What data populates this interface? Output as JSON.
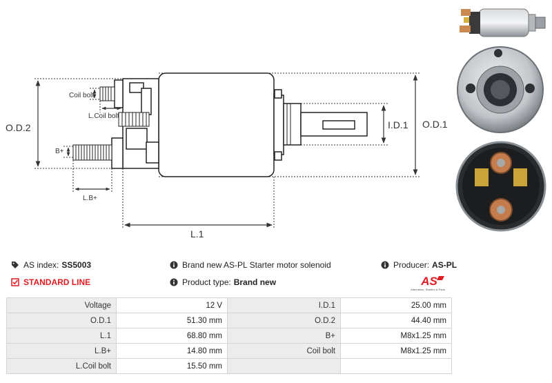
{
  "diagram": {
    "labels": {
      "od2": "O.D.2",
      "od1": "O.D.1",
      "id1": "I.D.1",
      "l1": "L.1",
      "lb": "L.B+",
      "bplus": "B+",
      "coil_bolt": "Coil bolt",
      "lcoil_bolt": "L.Coil bolt"
    }
  },
  "info": {
    "as_index_label": "AS index:",
    "as_index_value": "SS5003",
    "standard_line": "STANDARD LINE",
    "description": "Brand new AS-PL Starter motor solenoid",
    "product_type_label": "Product type:",
    "product_type_value": "Brand new",
    "producer_label": "Producer:",
    "producer_value": "AS-PL",
    "logo_text": "AS",
    "logo_tagline": "Alternators, Starters & Parts"
  },
  "specs": {
    "rows": [
      [
        "Voltage",
        "12 V",
        "I.D.1",
        "25.00 mm"
      ],
      [
        "O.D.1",
        "51.30 mm",
        "O.D.2",
        "44.40 mm"
      ],
      [
        "L.1",
        "68.80 mm",
        "B+",
        "M8x1.25 mm"
      ],
      [
        "L.B+",
        "14.80 mm",
        "Coil bolt",
        "M8x1.25 mm"
      ],
      [
        "L.Coil bolt",
        "15.50 mm",
        "",
        ""
      ]
    ]
  },
  "colors": {
    "standard_line": "#e11b22",
    "table_label_bg": "#ececec",
    "table_border": "#d4d4d4"
  },
  "icons": [
    "tag-icon",
    "check-icon",
    "info-icon"
  ]
}
